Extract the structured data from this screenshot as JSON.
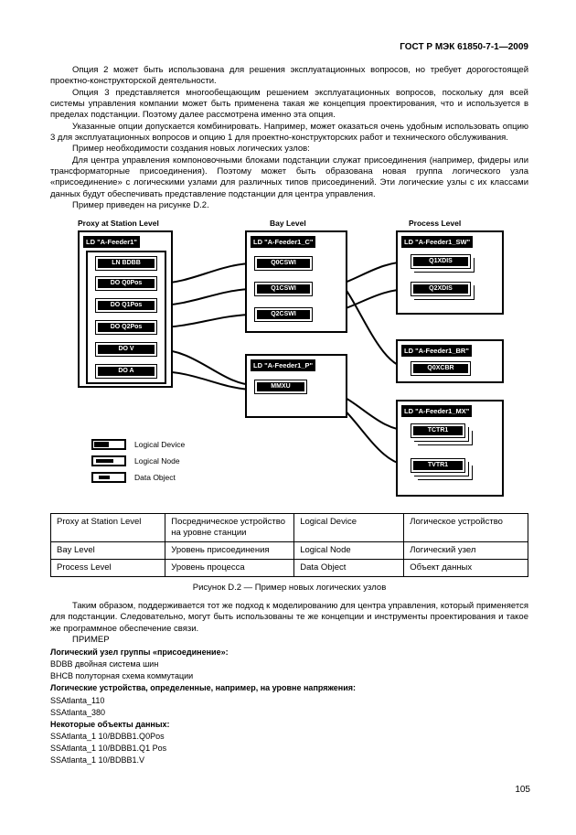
{
  "header": {
    "title": "ГОСТ Р МЭК 61850-7-1—2009"
  },
  "body": {
    "p1": "Опция 2 может быть использована для решения эксплуатационных вопросов, но требует дорогостоящей проектно-конструкторской деятельности.",
    "p2": "Опция 3 представляется многообещающим решением эксплуатационных вопросов, поскольку для всей системы управления компании может быть применена такая же концепция проектирования, что и используется в пределах подстанции. Поэтому далее рассмотрена именно эта опция.",
    "p3": "Указанные опции допускается комбинировать. Например, может оказаться очень удобным использовать опцию 3 для эксплуатационных вопросов и опцию 1 для проектно-конструкторских работ и технического обслуживания.",
    "p4": "Пример необходимости создания новых логических узлов:",
    "p5": "Для центра управления компоновочными блоками подстанции служат присоединения (например, фидеры или трансформаторные присоединения). Поэтому может быть образована новая группа логического узла «присоединение» с логическими узлами для различных типов присоединений. Эти логические узлы с их классами данных будут обеспечивать представление подстанции для центра управления.",
    "p6": "Пример приведен на рисунке D.2."
  },
  "diagram": {
    "col1": {
      "title": "Proxy at Station Level",
      "ld": "LD \"A-Feeder1\"",
      "ln": "LN BDBB",
      "do0": "DO Q0Pos",
      "do1": "DO Q1Pos",
      "do2": "DO Q2Pos",
      "do3": "DO V",
      "do4": "DO A"
    },
    "col2": {
      "title": "Bay Level",
      "ld1": "LD \"A-Feeder1_C\"",
      "n0": "Q0CSWI",
      "n1": "Q1CSWI",
      "n2": "Q2CSWI",
      "ld2": "LD \"A-Feeder1_P\"",
      "n3": "MMXU"
    },
    "col3": {
      "title": "Process Level",
      "ld1": "LD \"A-Feeder1_SW\"",
      "n0": "Q1XDIS",
      "n1": "Q2XDIS",
      "ld2": "LD \"A-Feeder1_BR\"",
      "n2": "Q0XCBR",
      "ld3": "LD \"A-Feeder1_MX\"",
      "n3": "TCTR1",
      "n4": "TVTR1"
    },
    "legend": {
      "device": "Logical Device",
      "node": "Logical Node",
      "object": "Data Object"
    }
  },
  "table": {
    "rows": [
      {
        "c0": "Proxy at Station Level",
        "c1": "Посредническое устройство на уровне станции",
        "c2": "Logical Device",
        "c3": "Логическое устройство"
      },
      {
        "c0": "Bay Level",
        "c1": "Уровень присоединения",
        "c2": "Logical Node",
        "c3": "Логический узел"
      },
      {
        "c0": "Process Level",
        "c1": "Уровень процесса",
        "c2": "Data Object",
        "c3": "Объект данных"
      }
    ]
  },
  "caption": "Рисунок D.2 — Пример новых логических узлов",
  "after": {
    "p1": "Таким образом, поддерживается тот же подход к моделированию для центра управления, который применяется для подстанции. Следовательно, могут быть использованы те же концепции и инструменты проектирования и такое же программное обеспечение связи.",
    "example_label": "ПРИМЕР"
  },
  "example": {
    "h1": "Логический узел группы «присоединение»:",
    "l1": "BDBB двойная система шин",
    "l2": "BHCB полуторная схема коммутации",
    "h2": "Логические устройства, определенные, например, на уровне напряжения:",
    "l3": "SSAtlanta_110",
    "l4": "SSAtlanta_380",
    "h3": "Некоторые объекты данных:",
    "l5": "SSAtlanta_1 10/BDBB1.Q0Pos",
    "l6": "SSAtlanta_1 10/BDBB1.Q1 Pos",
    "l7": "SSAtlanta_1 10/BDBB1.V"
  },
  "footer": {
    "page_number": "105"
  }
}
